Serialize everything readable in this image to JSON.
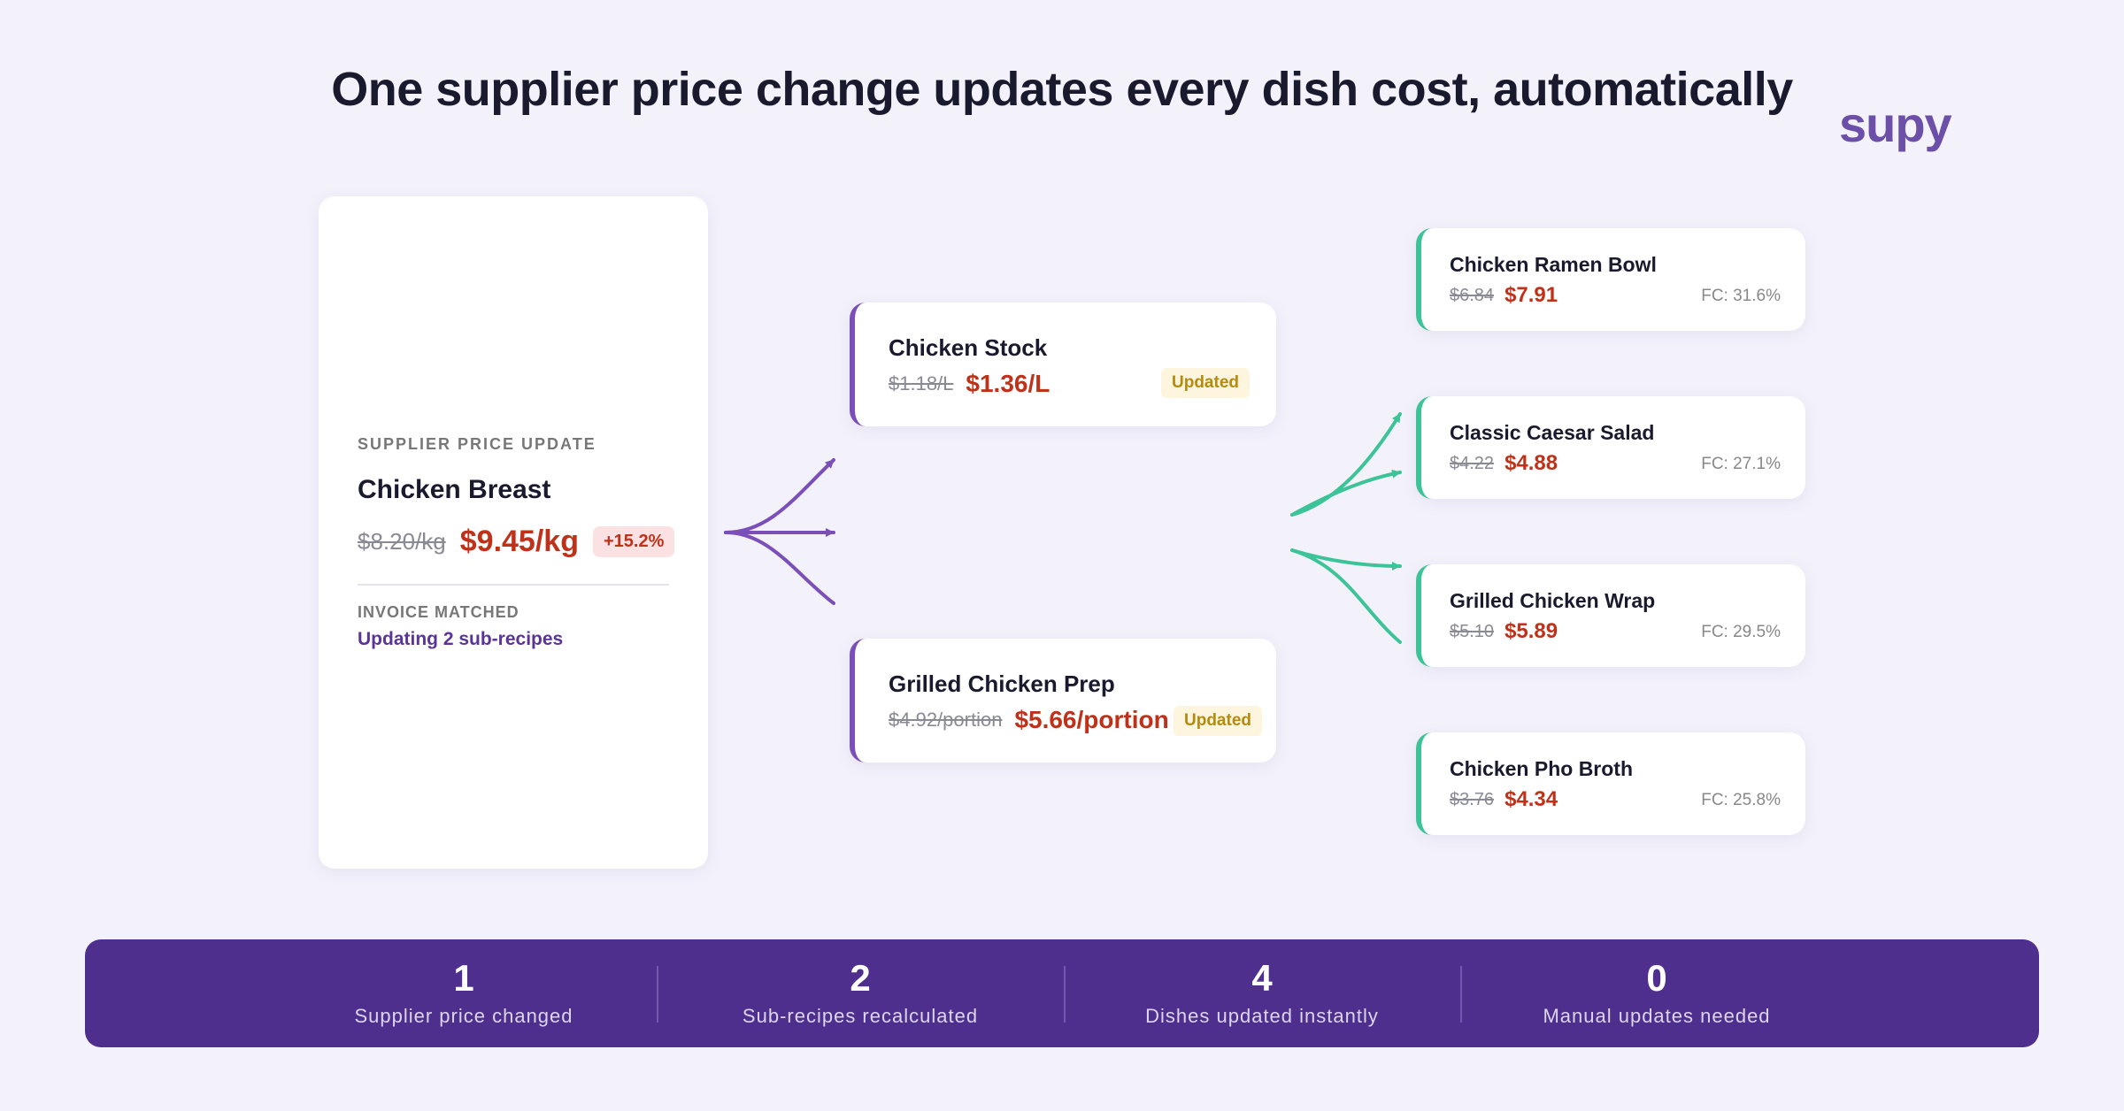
{
  "title": "One supplier price change updates every dish cost, automatically",
  "logo": "supy",
  "colors": {
    "accent": "#4e2f8e",
    "sub_recipe": "#7a4fb8",
    "dish": "#3cc397",
    "price_up": "#c0311a",
    "background": "#f3f1fa"
  },
  "supplier": {
    "eyebrow": "SUPPLIER PRICE UPDATE",
    "name": "Chicken Breast",
    "old_price": "$8.20/kg",
    "new_price": "$9.45/kg",
    "change": "+15.2%",
    "status_label": "INVOICE MATCHED",
    "status_text": "Updating 2 sub-recipes"
  },
  "sub_recipes": [
    {
      "name": "Chicken Stock",
      "old_price": "$1.18/L",
      "new_price": "$1.36/L",
      "badge": "Updated"
    },
    {
      "name": "Grilled Chicken Prep",
      "old_price": "$4.92/portion",
      "new_price": "$5.66/portion",
      "badge": "Updated"
    }
  ],
  "dishes": [
    {
      "name": "Chicken Ramen Bowl",
      "old_price": "$6.84",
      "new_price": "$7.91",
      "fc": "FC: 31.6%"
    },
    {
      "name": "Classic Caesar Salad",
      "old_price": "$4.22",
      "new_price": "$4.88",
      "fc": "FC: 27.1%"
    },
    {
      "name": "Grilled Chicken Wrap",
      "old_price": "$5.10",
      "new_price": "$5.89",
      "fc": "FC: 29.5%"
    },
    {
      "name": "Chicken Pho Broth",
      "old_price": "$3.76",
      "new_price": "$4.34",
      "fc": "FC: 25.8%"
    }
  ],
  "stats": [
    {
      "value": "1",
      "label": "Supplier price changed"
    },
    {
      "value": "2",
      "label": "Sub-recipes recalculated"
    },
    {
      "value": "4",
      "label": "Dishes updated instantly"
    },
    {
      "value": "0",
      "label": "Manual updates needed"
    }
  ]
}
